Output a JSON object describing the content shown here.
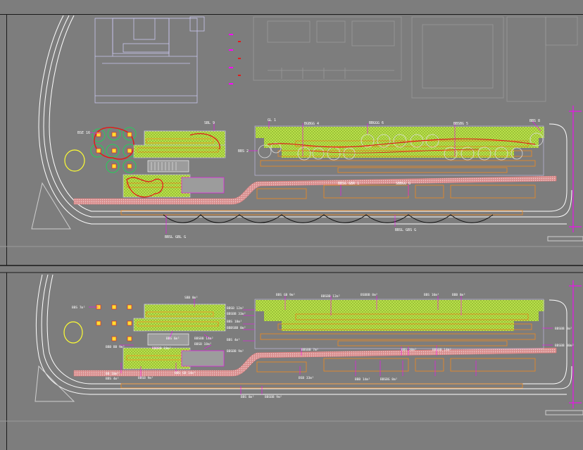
{
  "colors": {
    "background": "#7d7d7d",
    "frame": "#202020",
    "road": "#ffffff",
    "hatch_green": "#b9e24a",
    "hatch_pink": "#e8a7a7",
    "orange": "#f08a1e",
    "magenta": "#ff00ff",
    "building": "#c9c5ef",
    "tree": "#22d05a",
    "red": "#e21b1b",
    "yellow": "#ffff33"
  },
  "top_view": {
    "labels": {
      "left_tree": "BSE 16",
      "mid_top": "SBL 9",
      "left_side": "BBS 2",
      "g1": "GL 1",
      "g2": "BGBGG 4",
      "g3": "BBGGG 6",
      "g4": "BBSBG 5",
      "g5": "BBS 8",
      "mid1": "BBSG GBR 1",
      "mid2": "SBBGG G",
      "bottom1": "BBSL GBL G",
      "bottom2": "BBSL GBS G"
    }
  },
  "bottom_view": {
    "labels": {
      "a1": "BBS 7m²",
      "a2": "SBB 8m²",
      "a3": "BBSB 12m²",
      "a4": "BBSBB 33m²",
      "a5": "BBS 18m²",
      "a6": "BBBSBB 8m²",
      "a7": "BBS GB 9m²",
      "a8": "BBSBB 12m²",
      "a9": "BSBBB 8m²",
      "a10": "BBS 10m²",
      "a11": "BBB 8m²",
      "a12": "BBSBB 8m²",
      "a13": "BBB BB 9m²",
      "a14": "BBBBB 10m²",
      "a15": "BBS 6m²",
      "a16": "BBSBB 14m²",
      "a17": "BBSB 18m²",
      "a18": "BBS 4m²",
      "a19": "BBSBB 9m²",
      "a20": "BBSBB 7m²",
      "a21": "BBS 30m²",
      "a22": "BBSBB 14m²",
      "a23": "BBSBB 30m²",
      "a24": "BB 10m²",
      "a25": "BBS 4m²",
      "a26": "BBSB 9m²",
      "a27": "BBS GB 14m²",
      "a28": "BBS 8m²",
      "a29": "BBSBB 9m²",
      "a30": "BSB 33m²",
      "a31": "BBB 14m²",
      "a32": "BBSBG 8m²"
    }
  }
}
